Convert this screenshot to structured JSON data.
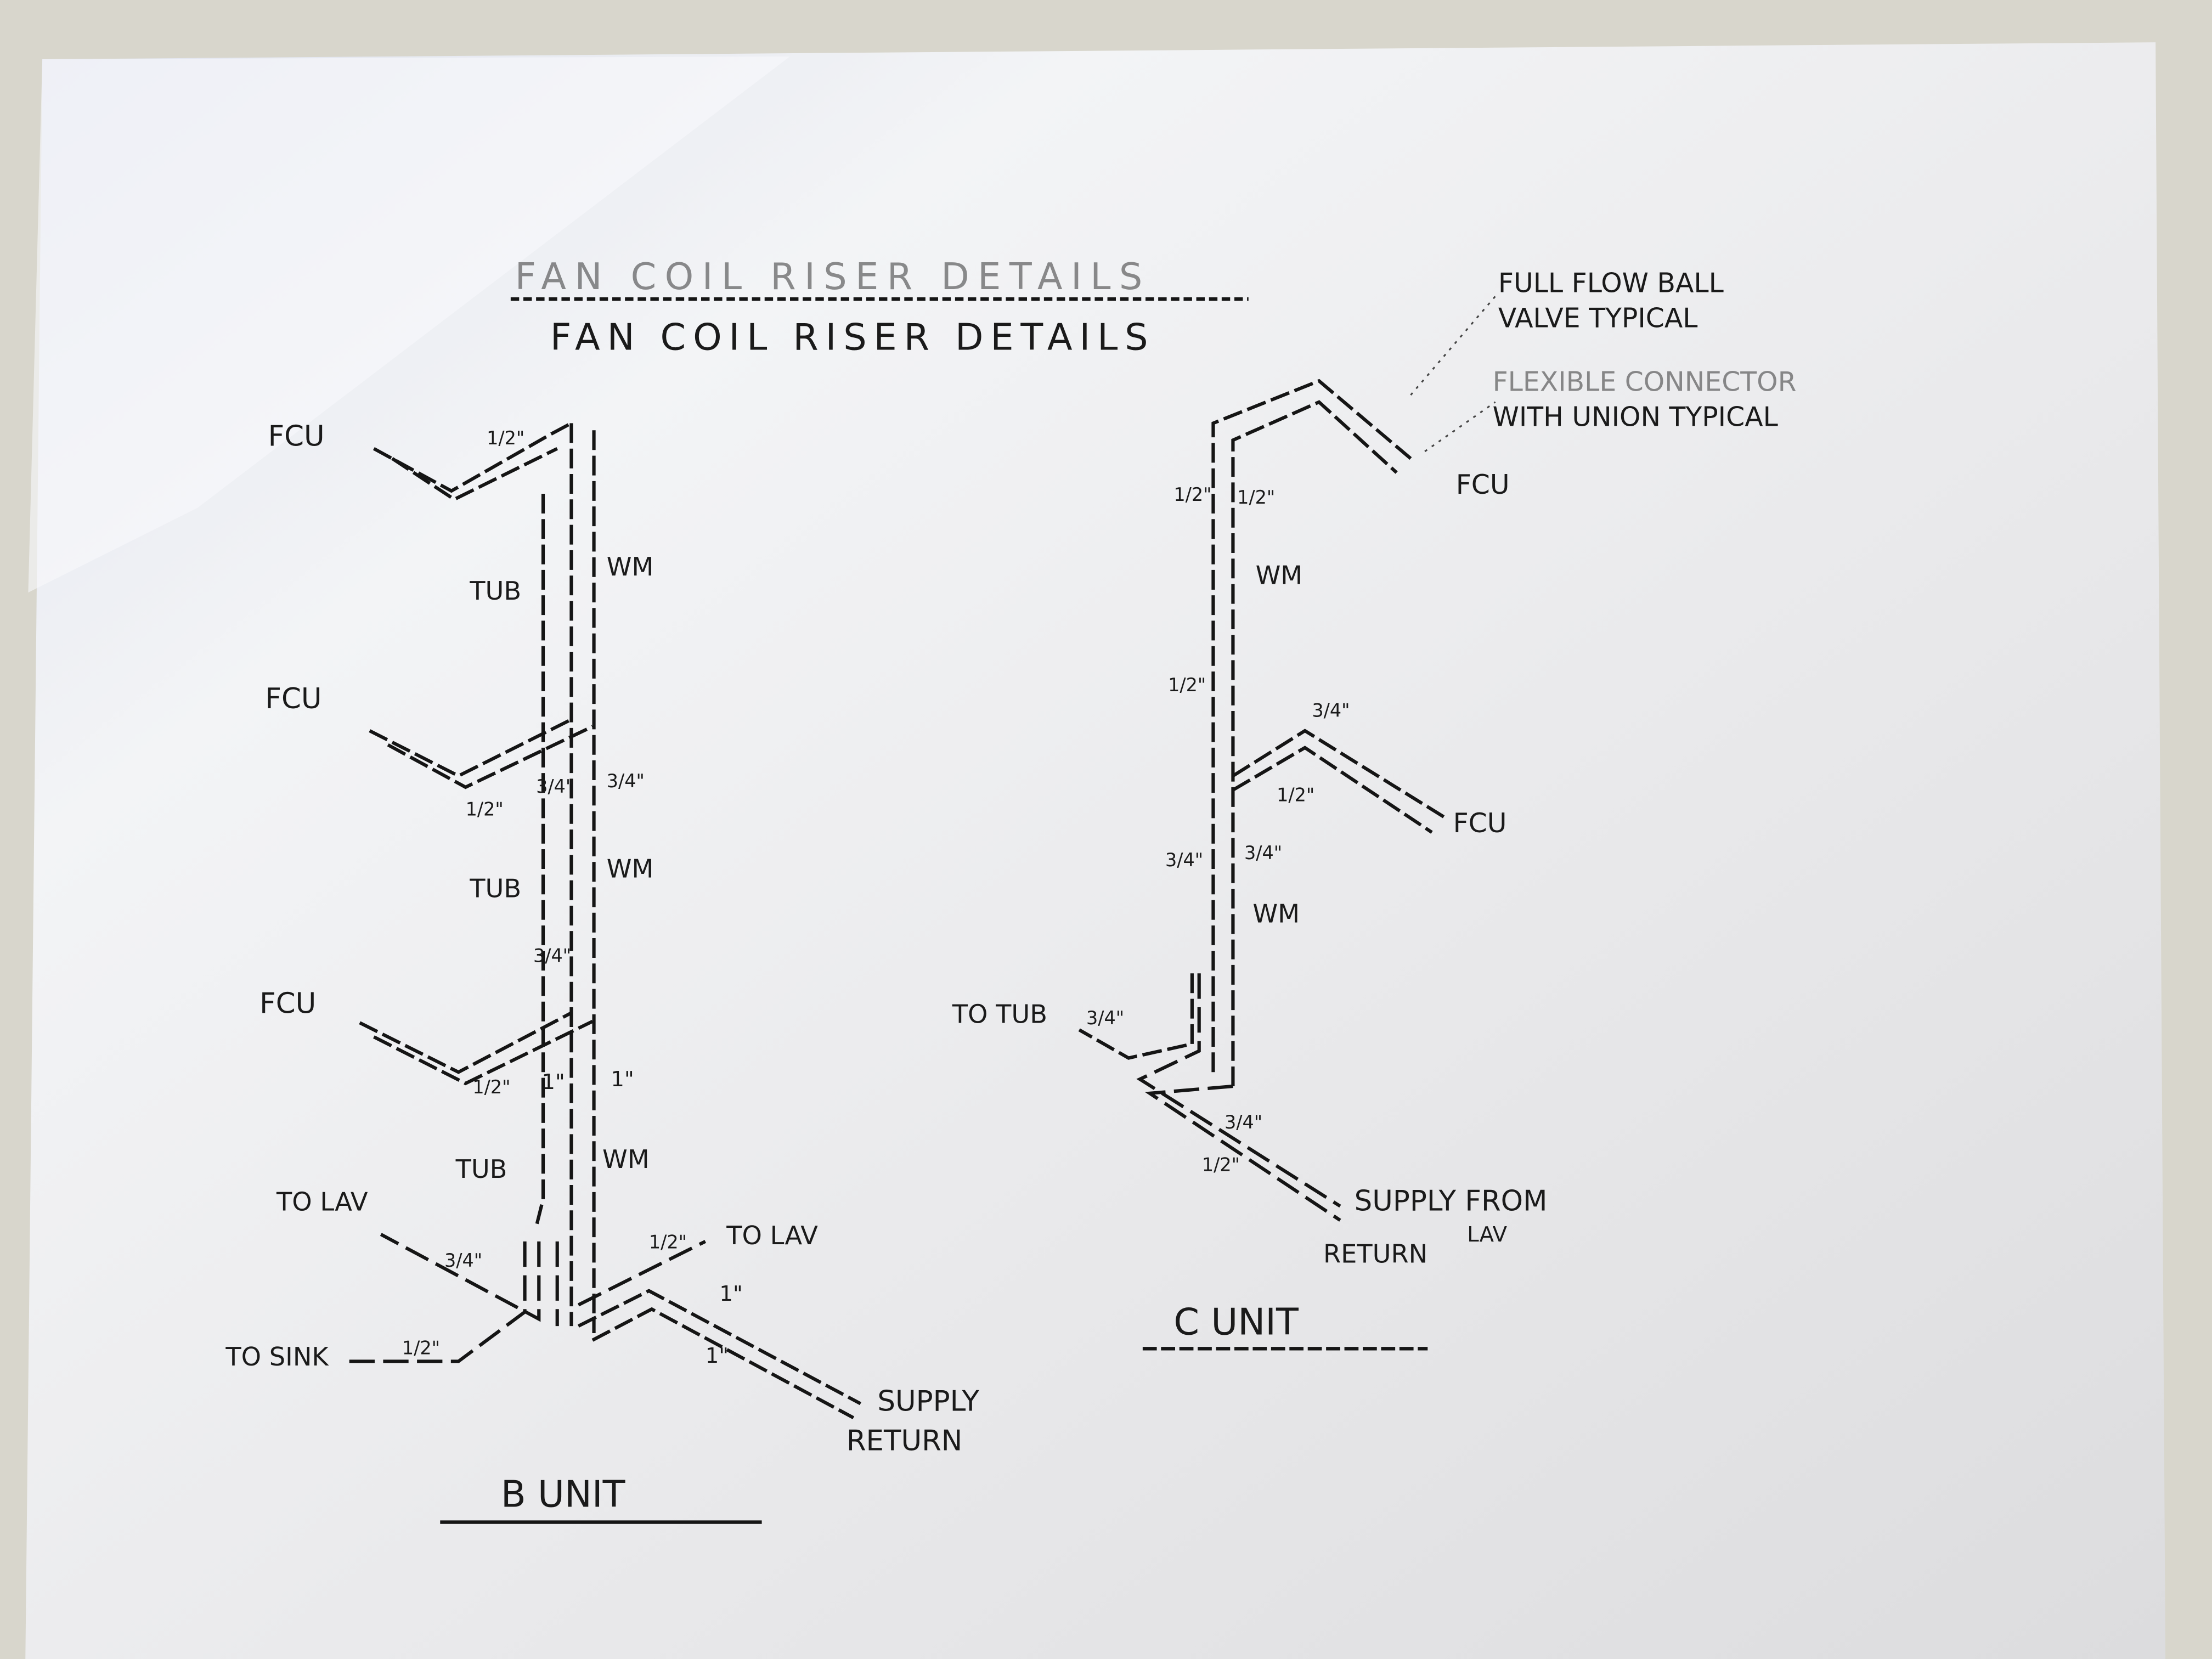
{
  "title": {
    "faded_print": "FAN COIL RISER DETAILS",
    "handwritten": "FAN COIL RISER DETAILS"
  },
  "notes": {
    "ball_valve_line1": "FULL FLOW BALL",
    "ball_valve_line2": "VALVE TYPICAL",
    "flex_line1": "FLEXIBLE CONNECTOR",
    "flex_line2": "WITH UNION TYPICAL"
  },
  "b_unit": {
    "title": "B UNIT",
    "fcu": [
      "FCU",
      "FCU",
      "FCU"
    ],
    "tub": [
      "TUB",
      "TUB",
      "TUB"
    ],
    "wm": [
      "WM",
      "WM",
      "WM"
    ],
    "sizes": [
      "1/2\"",
      "3/4\"",
      "3/4\"",
      "1/2\"",
      "3/4\"",
      "1/2\"",
      "1\"",
      "1\"",
      "3/4\"",
      "1/2\"",
      "1/2\"",
      "1\"",
      "1\""
    ],
    "to_lav_left": "TO LAV",
    "to_sink": "TO SINK",
    "to_lav_right": "TO LAV",
    "supply": "SUPPLY",
    "return": "RETURN"
  },
  "c_unit": {
    "title": "C UNIT",
    "fcu_top": "FCU",
    "fcu_mid": "FCU",
    "wm": [
      "WM",
      "WM"
    ],
    "sizes": [
      "1/2\"",
      "1/2\"",
      "1/2\"",
      "3/4\"",
      "1/2\"",
      "3/4\"",
      "3/4\"",
      "3/4\"",
      "3/4\"",
      "1/2\""
    ],
    "to_tub": "TO TUB",
    "supply_from": "SUPPLY FROM",
    "lav": "LAV",
    "return": "RETURN"
  },
  "colors": {
    "paper": "#eeeef0",
    "ink": "#151515",
    "background": "#d9d8d0"
  }
}
